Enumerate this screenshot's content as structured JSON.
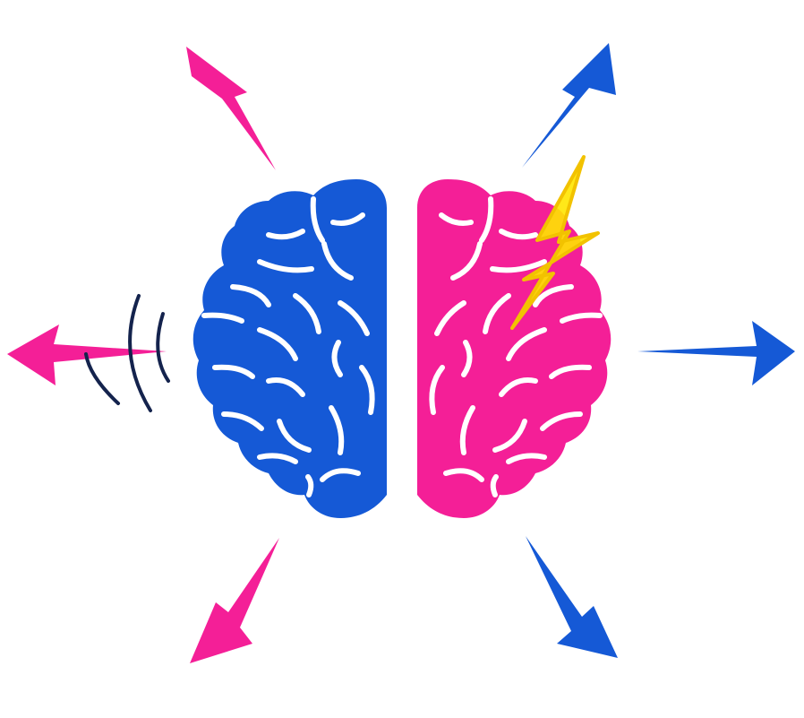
{
  "illustration": {
    "subject": "brain-hemispheres-icon",
    "colors": {
      "blue": "#1559d6",
      "pink": "#f41f97",
      "lightning": "#ffe600",
      "lightning_stroke": "#f2c200",
      "sound_waves": "#14234d",
      "fold_lines": "#ffffff",
      "background": "#ffffff"
    },
    "arrows": [
      {
        "name": "arrow-up-left",
        "color": "pink"
      },
      {
        "name": "arrow-up-right",
        "color": "blue"
      },
      {
        "name": "arrow-left",
        "color": "pink"
      },
      {
        "name": "arrow-right",
        "color": "blue"
      },
      {
        "name": "arrow-down-left",
        "color": "pink"
      },
      {
        "name": "arrow-down-right",
        "color": "blue"
      }
    ]
  }
}
